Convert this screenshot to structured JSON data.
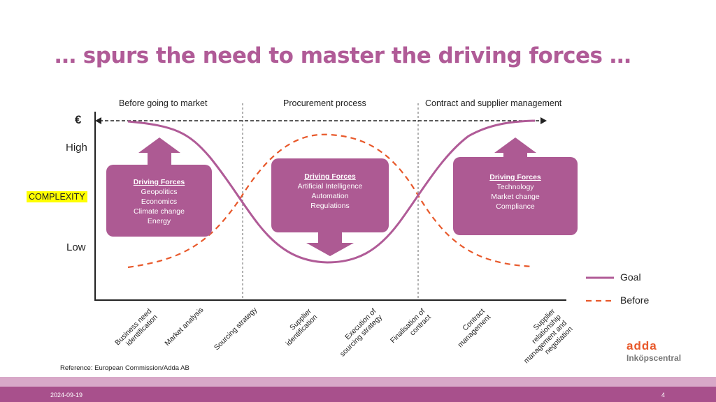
{
  "title": "… spurs the need to master the driving forces …",
  "phases": [
    "Before going to market",
    "Procurement process",
    "Contract and supplier management"
  ],
  "axis": {
    "euro": "€",
    "high": "High",
    "complexity": "COMPLEXITY",
    "low": "Low"
  },
  "boxes": [
    {
      "heading": "Driving Forces",
      "items": [
        "Geopolitics",
        "Economics",
        "Climate change",
        "Energy"
      ]
    },
    {
      "heading": "Driving Forces",
      "items": [
        "Artificial Intelligence",
        "Automation",
        "Regulations"
      ]
    },
    {
      "heading": "Driving Forces",
      "items": [
        "Technology",
        "Market change",
        "Compliance"
      ]
    }
  ],
  "x_labels": [
    "Business need\nidentification",
    "Market analysis",
    "Sourcing strategy",
    "Supplier\nidentification",
    "Execution of\nsourcing strategy",
    "Finalisation of\ncontract",
    "Contract\nmanagement",
    "Supplier\nrelationship\nmanagement and\nnegotiation"
  ],
  "legend": {
    "goal": "Goal",
    "before": "Before"
  },
  "colors": {
    "goal": "#b05b97",
    "before": "#e8592b",
    "box": "#ad5a93"
  },
  "reference": "Reference: European Commission/Adda AB",
  "logo": {
    "brand": "adda",
    "sub": "Inköpscentral"
  },
  "footer": {
    "date": "2024-09-19",
    "page": "4"
  }
}
